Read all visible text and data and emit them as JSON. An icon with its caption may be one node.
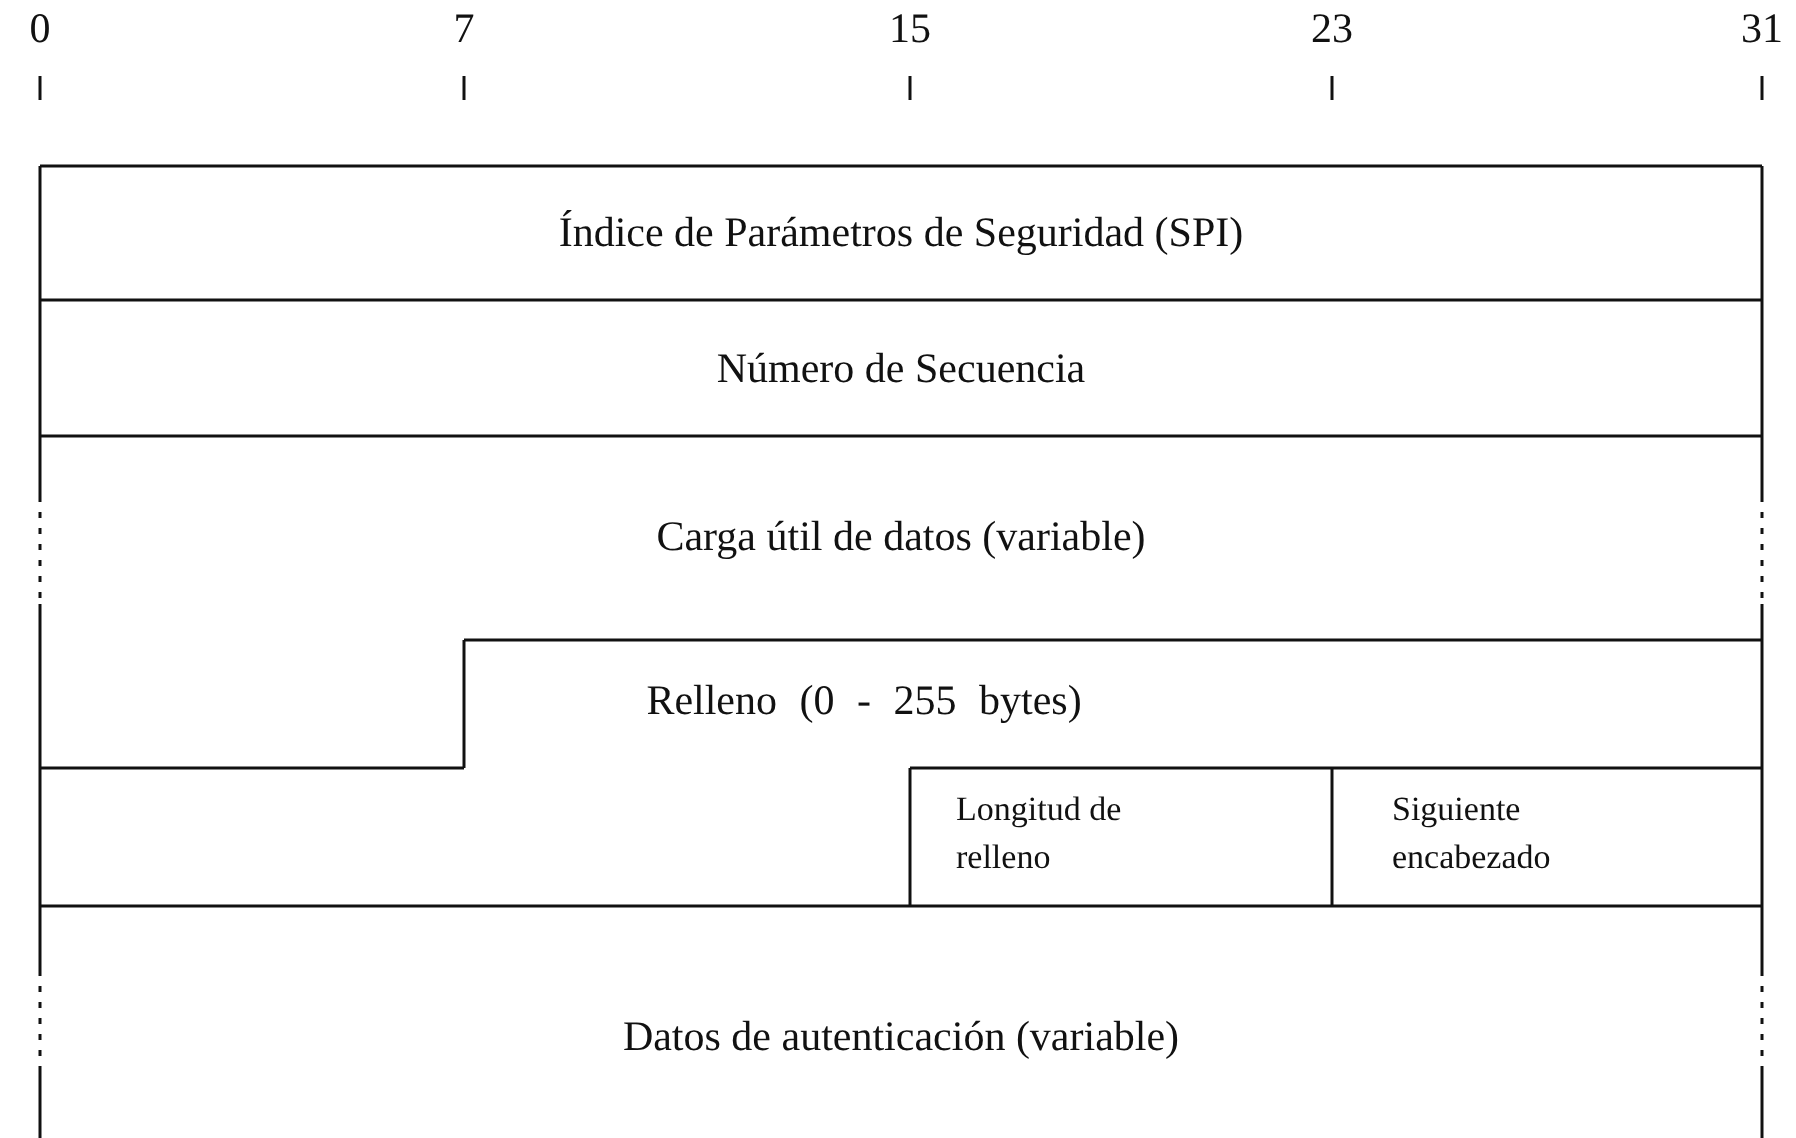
{
  "diagram": {
    "nodes": [
      {
        "text": [
          "Índice de Parámetros de Seguridad (SPI)"
        ]
      },
      {
        "text": [
          "Número de Secuencia"
        ]
      },
      {
        "text": [
          "Carga útil de datos (variable)"
        ]
      },
      {
        "text": [
          "Relleno (0 - 255 bytes)"
        ]
      },
      {
        "text": [
          "Longitud de relleno"
        ]
      },
      {
        "text": [
          "Siguiente encabezado"
        ]
      },
      {
        "text": [
          "Datos de autenticación (variable)"
        ]
      }
    ],
    "labels": [
      "0",
      "7",
      "15",
      "23",
      "31"
    ]
  }
}
